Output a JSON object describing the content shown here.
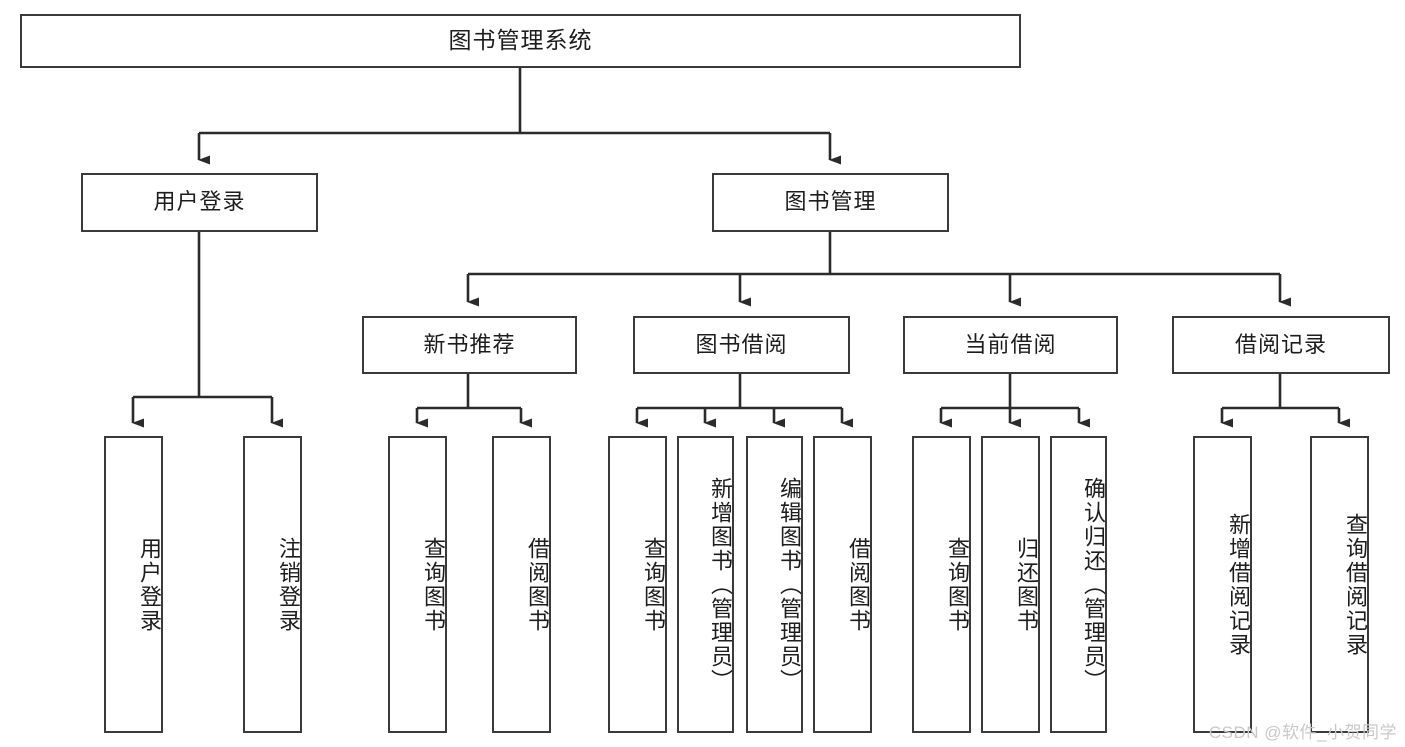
{
  "diagram": {
    "type": "hierarchy-tree",
    "title": "图书管理系统",
    "levels": 4,
    "root": {
      "id": "root",
      "label": "图书管理系统"
    },
    "level2": [
      {
        "id": "user-login",
        "label": "用户登录"
      },
      {
        "id": "book-management",
        "label": "图书管理"
      }
    ],
    "level3": [
      {
        "id": "new-book-recommend",
        "label": "新书推荐",
        "parent": "book-management"
      },
      {
        "id": "book-borrow",
        "label": "图书借阅",
        "parent": "book-management"
      },
      {
        "id": "current-borrow",
        "label": "当前借阅",
        "parent": "book-management"
      },
      {
        "id": "borrow-record",
        "label": "借阅记录",
        "parent": "book-management"
      }
    ],
    "leaves": {
      "user-login": [
        {
          "id": "leaf-user-login",
          "label": "用户登录"
        },
        {
          "id": "leaf-logout",
          "label": "注销登录"
        }
      ],
      "new-book-recommend": [
        {
          "id": "leaf-query-book-1",
          "label": "查询图书"
        },
        {
          "id": "leaf-borrow-book-1",
          "label": "借阅图书"
        }
      ],
      "book-borrow": [
        {
          "id": "leaf-query-book-2",
          "label": "查询图书"
        },
        {
          "id": "leaf-add-book",
          "label": "新增图书（管理员）"
        },
        {
          "id": "leaf-edit-book",
          "label": "编辑图书（管理员）"
        },
        {
          "id": "leaf-borrow-book-2",
          "label": "借阅图书"
        }
      ],
      "current-borrow": [
        {
          "id": "leaf-query-book-3",
          "label": "查询图书"
        },
        {
          "id": "leaf-return-book",
          "label": "归还图书"
        },
        {
          "id": "leaf-confirm-return",
          "label": "确认归还（管理员）"
        }
      ],
      "borrow-record": [
        {
          "id": "leaf-add-record",
          "label": "新增借阅记录"
        },
        {
          "id": "leaf-query-record",
          "label": "查询借阅记录"
        }
      ]
    }
  },
  "style": {
    "border_color": "#3a3a3a",
    "line_color": "#2b2b2b",
    "background": "#ffffff",
    "text_color": "#1d1d1d",
    "watermark_color": "#c9c9c9"
  },
  "watermark": {
    "text": "CSDN @软件_小贺同学"
  }
}
